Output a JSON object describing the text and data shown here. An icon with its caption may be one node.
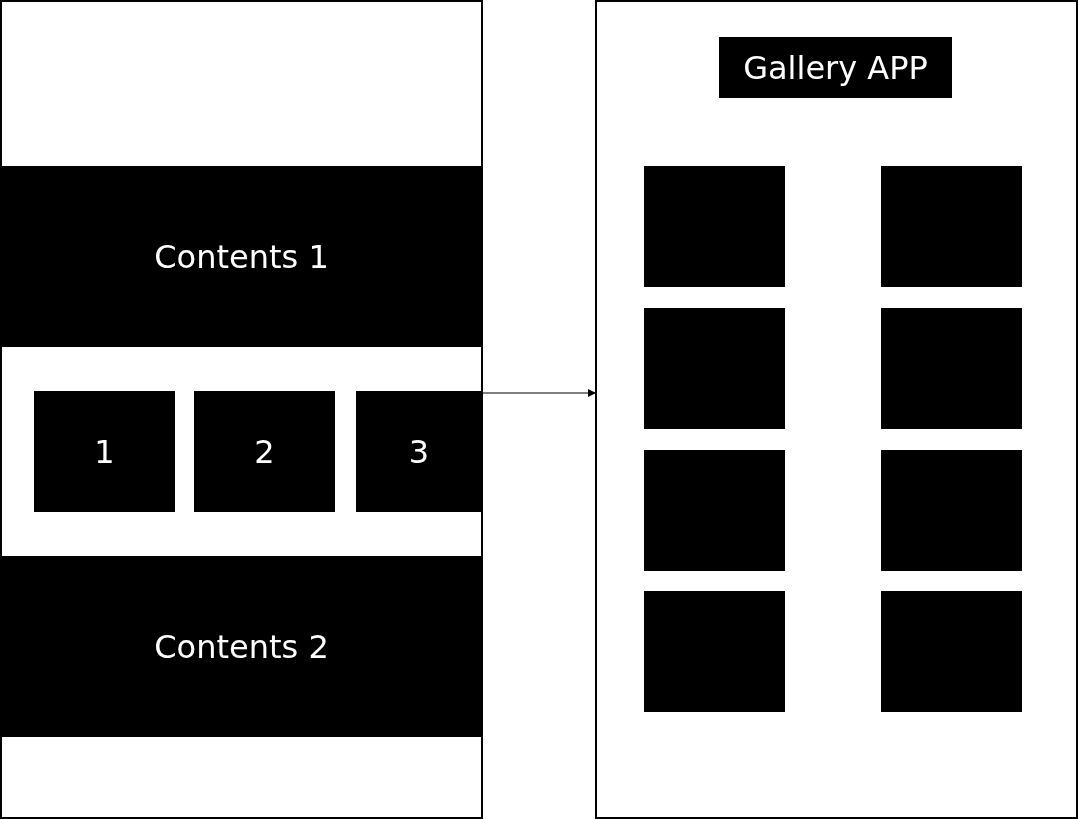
{
  "diagram": {
    "nodes": [
      {
        "text": [],
        "shape": "box"
      },
      {
        "text": [
          "Contents 1"
        ],
        "in": 0
      },
      {
        "text": [
          "1"
        ],
        "in": 0
      },
      {
        "text": [
          "2"
        ],
        "in": 0
      },
      {
        "text": [
          "3"
        ],
        "in": 0
      },
      {
        "text": [
          "Contents 2"
        ],
        "in": 0
      },
      {
        "text": [
          "Gallery APP"
        ]
      },
      {
        "text": [],
        "shape": "box",
        "in": 6
      },
      {
        "text": [],
        "shape": "box",
        "in": 6
      },
      {
        "text": [],
        "shape": "box",
        "in": 6
      },
      {
        "text": [],
        "shape": "box",
        "in": 6
      },
      {
        "text": [],
        "shape": "box",
        "in": 6
      },
      {
        "text": [],
        "shape": "box",
        "in": 6
      },
      {
        "text": [],
        "shape": "box",
        "in": 6
      },
      {
        "text": [],
        "shape": "box",
        "in": 6
      }
    ],
    "edges": [
      {
        "from": 4,
        "to": 6,
        "arrow": "to"
      }
    ]
  }
}
